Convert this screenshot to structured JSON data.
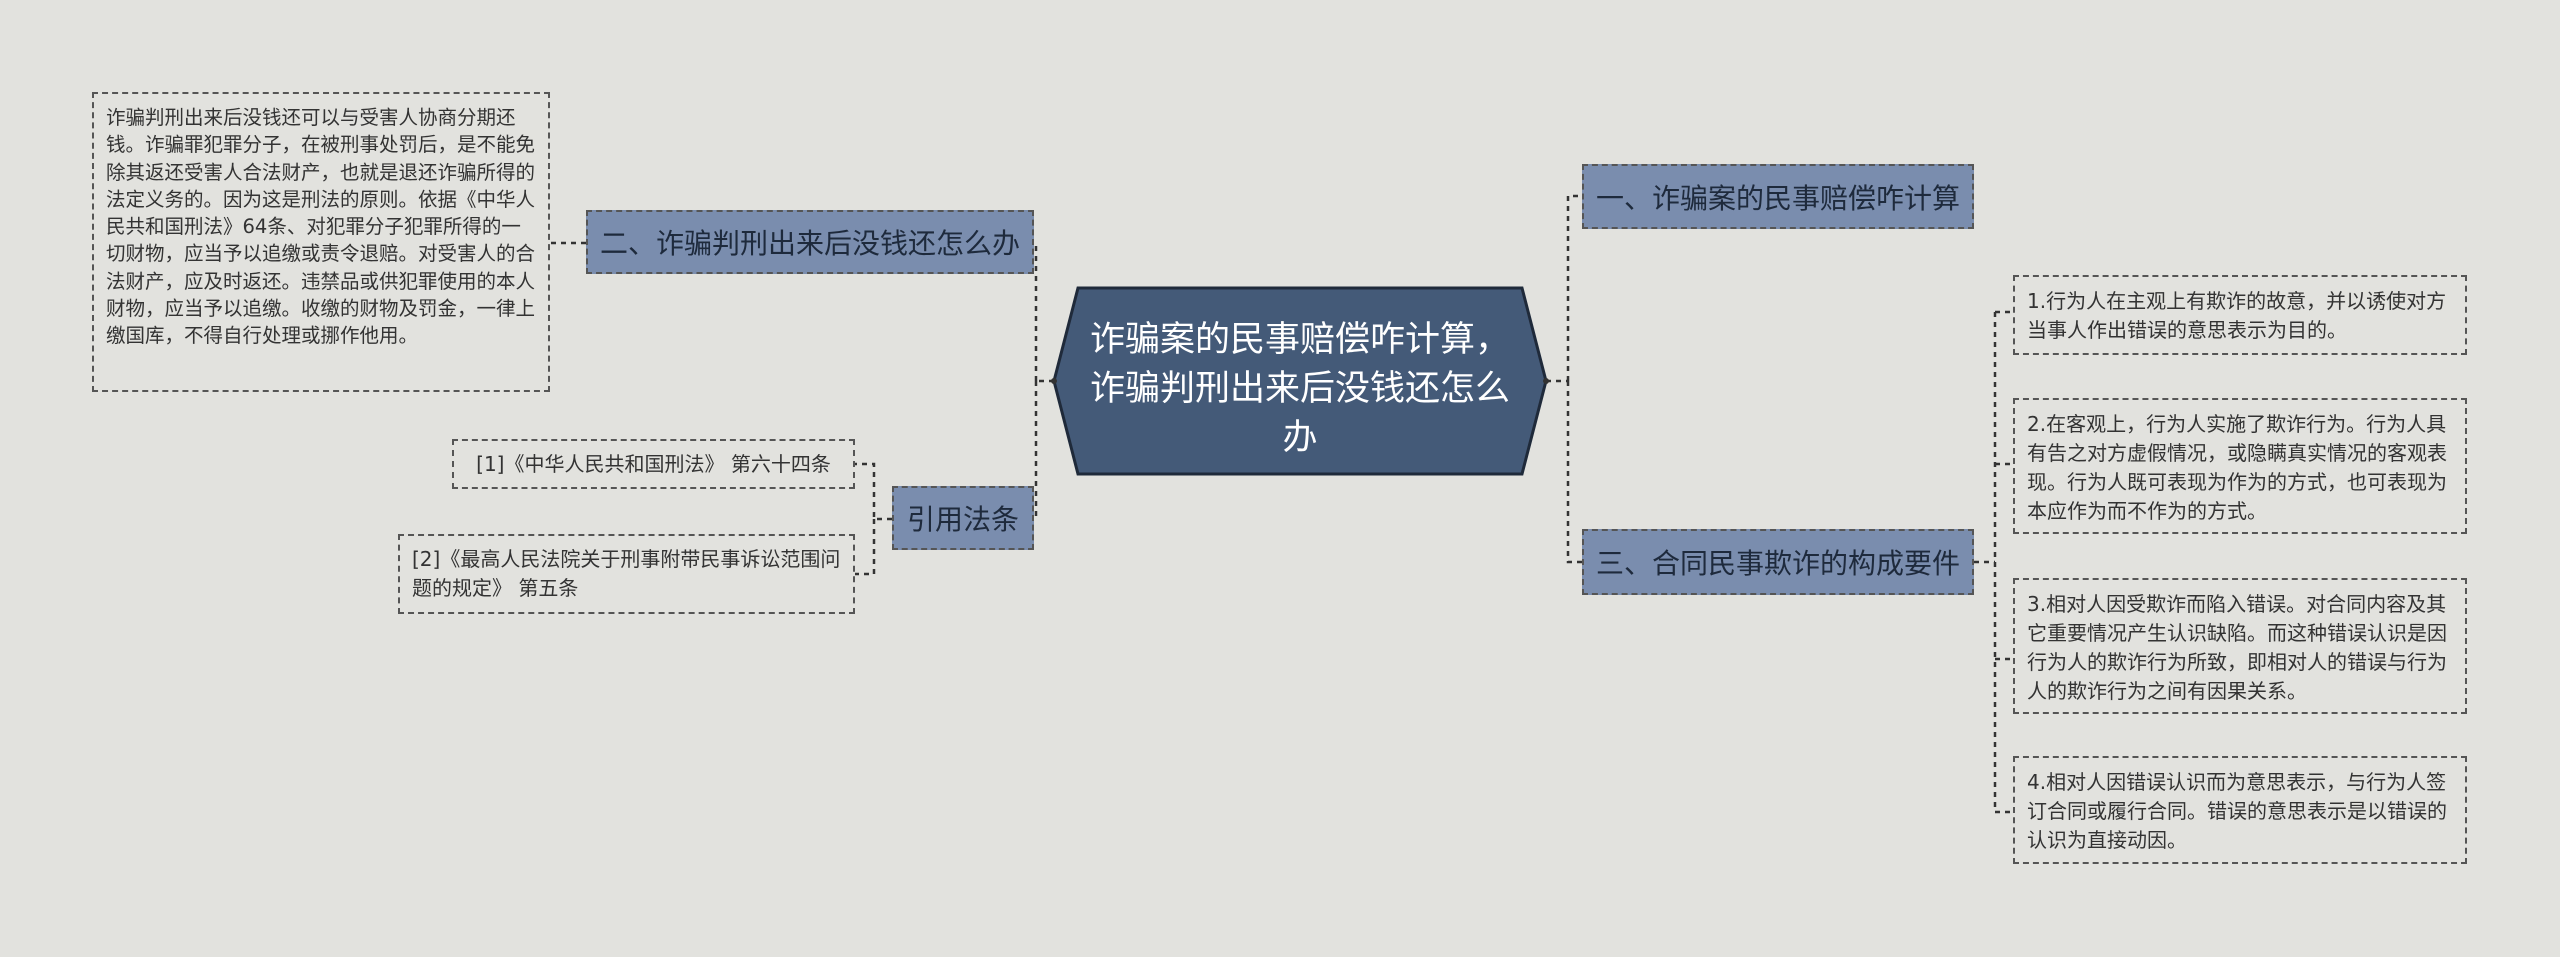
{
  "root": {
    "title": "诈骗案的民事赔偿咋计算，诈骗判刑出来后没钱还怎么办"
  },
  "branches": {
    "civil_calc": {
      "label": "一、诈骗案的民事赔偿咋计算"
    },
    "repay": {
      "label": "二、诈骗判刑出来后没钱还怎么办",
      "detail": "诈骗判刑出来后没钱还可以与受害人协商分期还钱。诈骗罪犯罪分子，在被刑事处罚后，是不能免除其返还受害人合法财产，也就是退还诈骗所得的法定义务的。因为这是刑法的原则。依据《中华人民共和国刑法》64条、对犯罪分子犯罪所得的一切财物，应当予以追缴或责令退赔。对受害人的合法财产，应及时返还。违禁品或供犯罪使用的本人财物，应当予以追缴。收缴的财物及罚金，一律上缴国库，不得自行处理或挪作他用。"
    },
    "laws": {
      "label": "引用法条",
      "items": [
        "[1]《中华人民共和国刑法》 第六十四条",
        "[2]《最高人民法院关于刑事附带民事诉讼范围问题的规定》 第五条"
      ]
    },
    "elements": {
      "label": "三、合同民事欺诈的构成要件",
      "items": [
        "1.行为人在主观上有欺诈的故意，并以诱使对方当事人作出错误的意思表示为目的。",
        "2.在客观上，行为人实施了欺诈行为。行为人具有告之对方虚假情况，或隐瞒真实情况的客观表现。行为人既可表现为作为的方式，也可表现为本应作为而不作为的方式。",
        "3.相对人因受欺诈而陷入错误。对合同内容及其它重要情况产生认识缺陷。而这种错误认识是因行为人的欺诈行为所致，即相对人的错误与行为人的欺诈行为之间有因果关系。",
        "4.相对人因错误认识而为意思表示，与行为人签订合同或履行合同。错误的意思表示是以错误的认识为直接动因。"
      ]
    }
  },
  "colors": {
    "background": "#e2e2de",
    "root_fill": "#445a78",
    "branch_fill": "#7a8dae",
    "line": "#333333"
  }
}
